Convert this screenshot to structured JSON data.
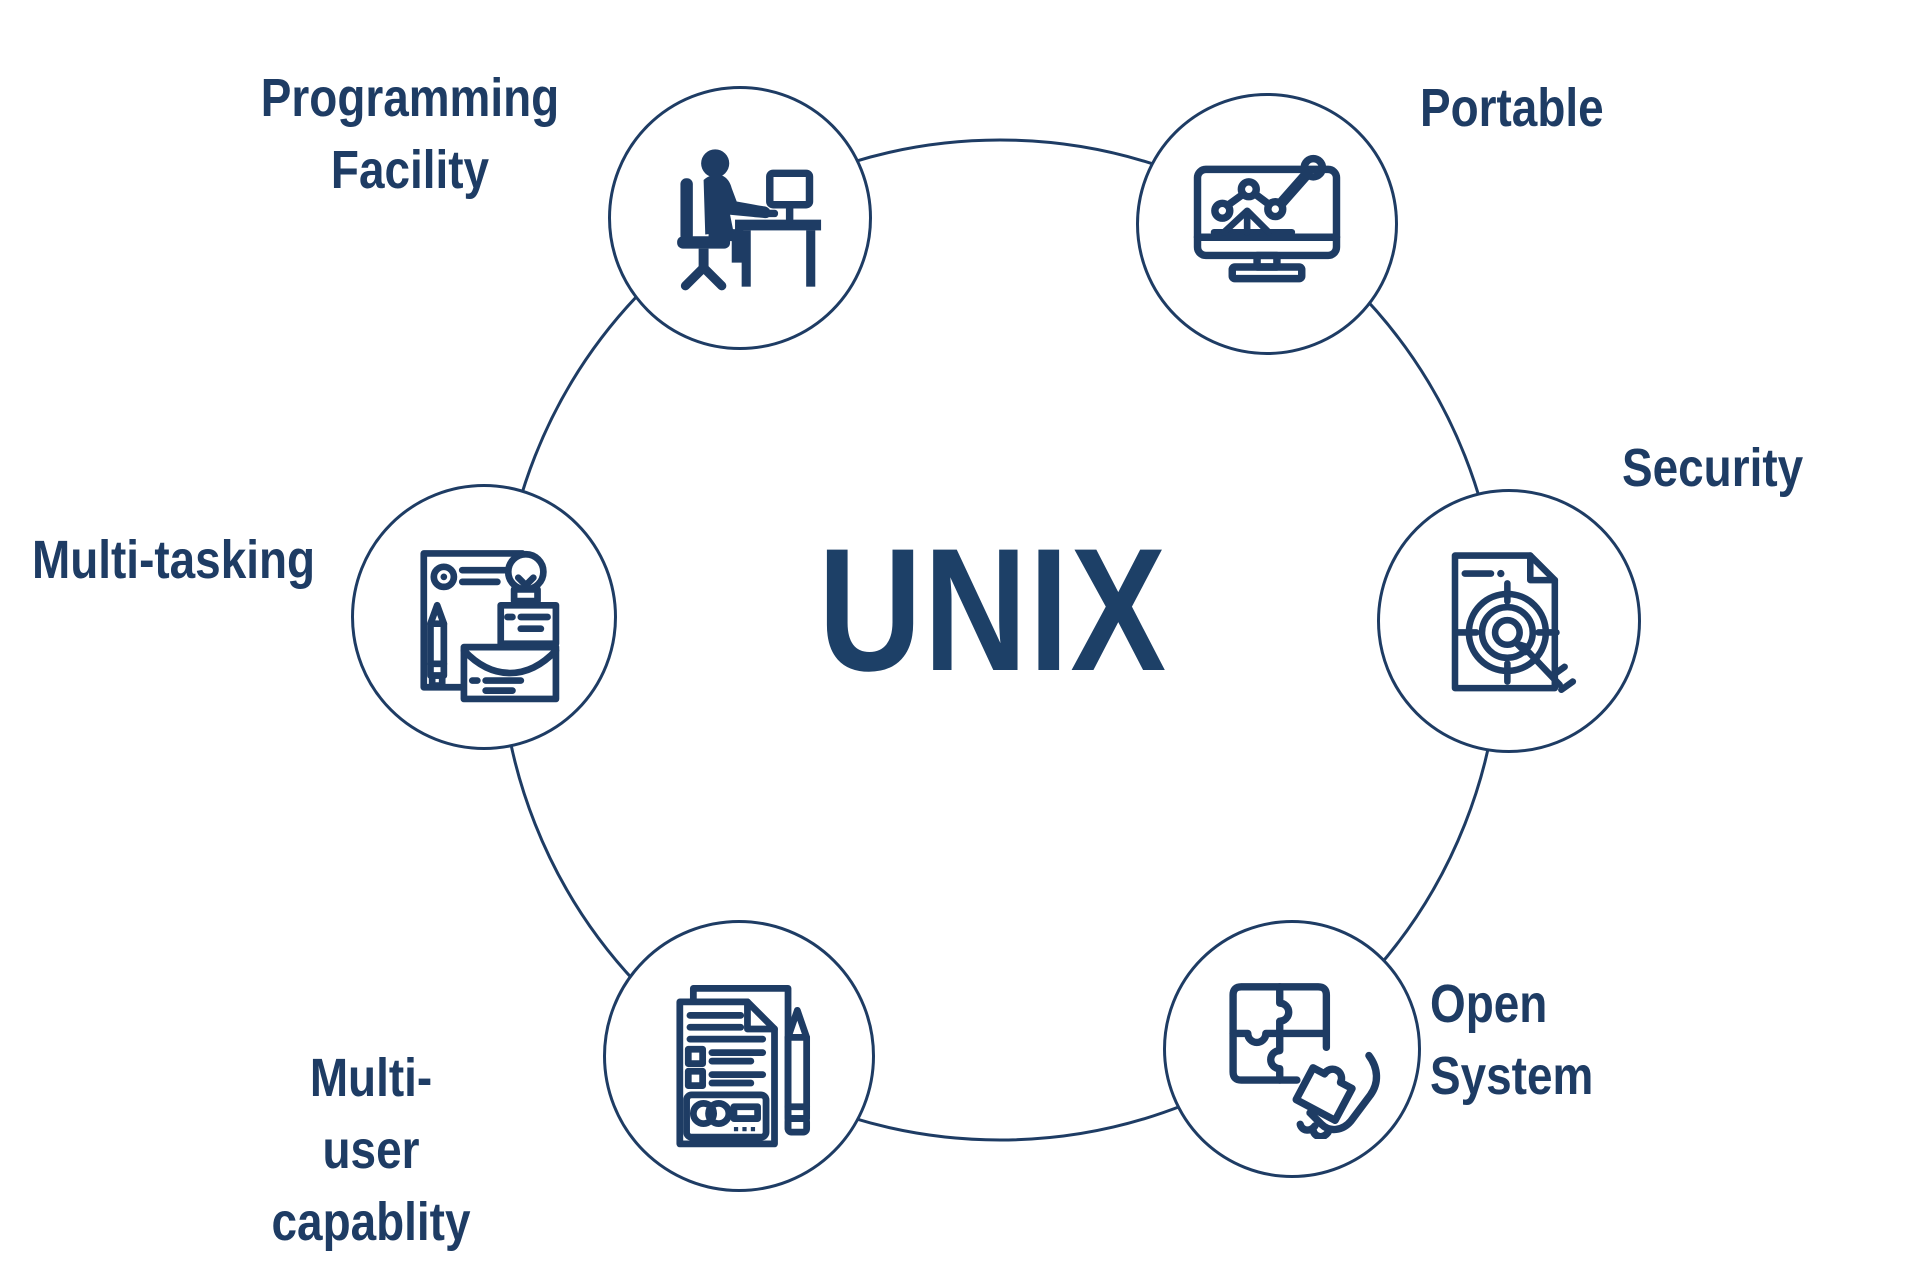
{
  "title": "UNIX features diagram",
  "colors": {
    "navy": "#1e3c64",
    "unix": "#1d4067",
    "background": "#ffffff"
  },
  "center": {
    "label": "UNIX"
  },
  "nodes": [
    {
      "id": "programming-facility",
      "label": "Programming Facility",
      "display": "Programming\nFacility",
      "icon": "person-at-desk-icon"
    },
    {
      "id": "portable",
      "label": "Portable",
      "display": "Portable",
      "icon": "monitor-chart-icon"
    },
    {
      "id": "security",
      "label": "Security",
      "display": "Security",
      "icon": "document-target-icon"
    },
    {
      "id": "open-system",
      "label": "Open System",
      "display": "Open\nSystem",
      "icon": "puzzle-hand-icon"
    },
    {
      "id": "multi-user",
      "label": "Multi-user capablity",
      "display": "Multi-user\ncapablity",
      "icon": "documents-pencil-icon"
    },
    {
      "id": "multi-tasking",
      "label": "Multi-tasking",
      "display": "Multi-tasking",
      "icon": "clipboard-envelope-icon"
    }
  ]
}
